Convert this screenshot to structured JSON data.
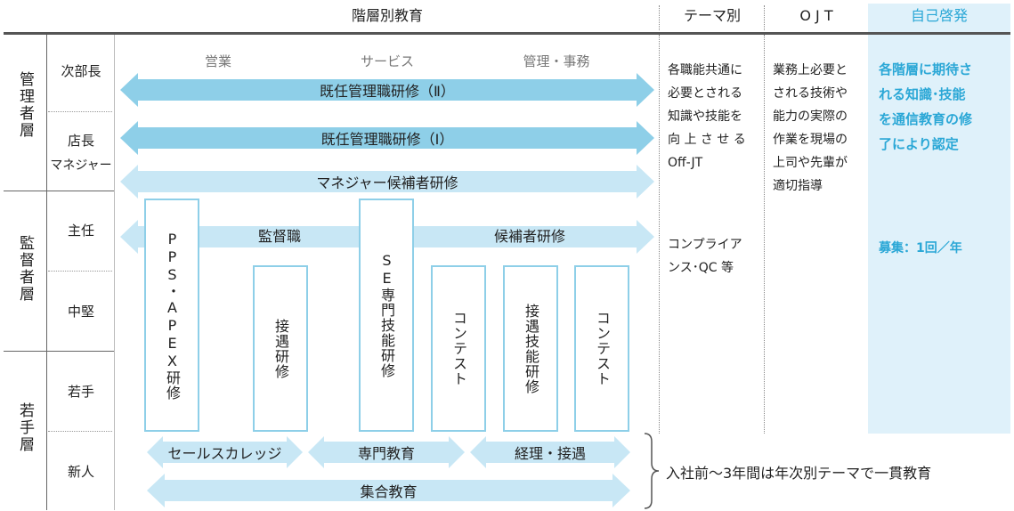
{
  "header": {
    "kaisou": "階層別教育",
    "theme": "テーマ別",
    "ojt": "O J T",
    "jiko": "自己啓発"
  },
  "groups": {
    "kanri": "管理者層",
    "kantoku": "監督者層",
    "wakate": "若手層"
  },
  "rows": {
    "jibucho": "次部長",
    "tencho_line1": "店長",
    "tencho_line2": "マネジャー",
    "shunin": "主任",
    "chuken": "中堅",
    "wakate": "若手",
    "shinjin": "新人"
  },
  "departments": {
    "eigyo": "営業",
    "service": "サービス",
    "kanri_jimu": "管理・事務"
  },
  "arrows": {
    "kinin2": "既任管理職研修（Ⅱ）",
    "kinin1": "既任管理職研修（Ⅰ）",
    "manager_kouho": "マネジャー候補者研修",
    "kantokushoku": "監督職",
    "kouhosha": "候補者研修",
    "sales_college": "セールスカレッジ",
    "senmon": "専門教育",
    "keiri": "経理・接遇",
    "shugo": "集合教育"
  },
  "boxes": {
    "pps": "PPS・APEX研修",
    "setsugu": "接遇研修",
    "se": "SE専門技能研修",
    "contest1": "コンテスト",
    "setsugu_gino": "接遇技能研修",
    "contest2": "コンテスト"
  },
  "theme_col": {
    "lines": [
      "各職能共通に",
      "必要とされる",
      "知識や技能を",
      "向 上 さ せ る",
      "Off-JT"
    ],
    "compliance_lines": [
      "コンプライア",
      "ンス･QC 等"
    ]
  },
  "ojt_col": {
    "lines": [
      "業務上必要と",
      "される技術や",
      "能力の実際の",
      "作業を現場の",
      "上司や先輩が",
      "適切指導"
    ]
  },
  "jiko_col": {
    "lines": [
      "各階層に期待さ",
      "れる知識･技能",
      "を通信教育の修",
      "了により認定"
    ],
    "boshu": "募集：1回／年"
  },
  "note": "入社前～3年間は年次別テーマで一貫教育",
  "colors": {
    "arrow_blue": "#8ecfe8",
    "arrow_light": "#c8e7f5",
    "jiko_bg": "#dff1fa",
    "jiko_text": "#2aa7d6"
  }
}
